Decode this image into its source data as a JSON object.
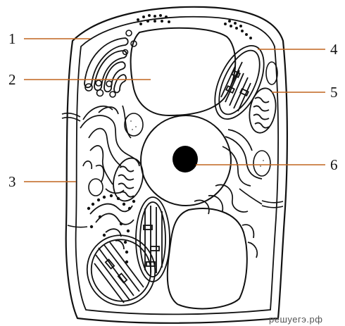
{
  "labels": [
    {
      "id": "1",
      "text": "1"
    },
    {
      "id": "2",
      "text": "2"
    },
    {
      "id": "3",
      "text": "3"
    },
    {
      "id": "4",
      "text": "4"
    },
    {
      "id": "5",
      "text": "5"
    },
    {
      "id": "6",
      "text": "6"
    }
  ],
  "watermark": "решуегэ.рф",
  "colors": {
    "leader_line": "#c0651e",
    "outline": "#111111"
  }
}
